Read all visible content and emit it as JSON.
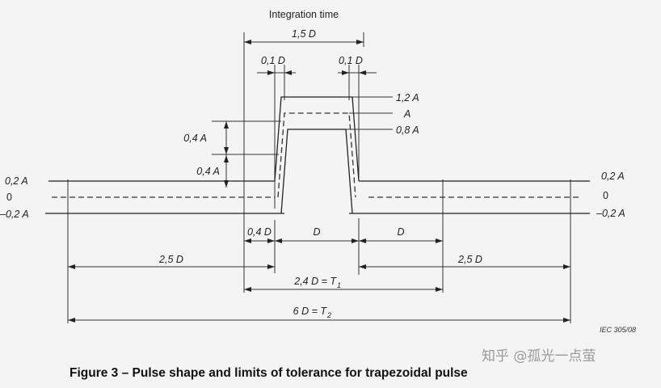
{
  "diagram": {
    "header": "Integration time",
    "dims": {
      "integration": "1,5 D",
      "rise_left": "0,1 D",
      "rise_right": "0,1 D",
      "gap_04d": "0,4 D",
      "d_top": "D",
      "d_right": "D",
      "left_25d": "2,5 D",
      "right_25d": "2,5 D",
      "t1": "2,4 D = T",
      "t1_sub": "1",
      "t2": "6 D = T",
      "t2_sub": "2",
      "upper_04a": "0,4 A",
      "lower_04a": "0,4 A"
    },
    "levels_right": {
      "upper": "1,2 A",
      "nominal": "A",
      "lower": "0,8 A"
    },
    "levels_left": {
      "plus": "0,2 A",
      "zero": "0",
      "minus": "–0,2 A"
    },
    "levels_far_right": {
      "plus": "0,2 A",
      "zero": "0",
      "minus": "–0,2 A"
    },
    "ref": "IEC   305/08",
    "caption": "Figure 3 – Pulse shape and limits of tolerance for trapezoidal pulse",
    "watermark": "知乎 @孤光一点萤"
  }
}
